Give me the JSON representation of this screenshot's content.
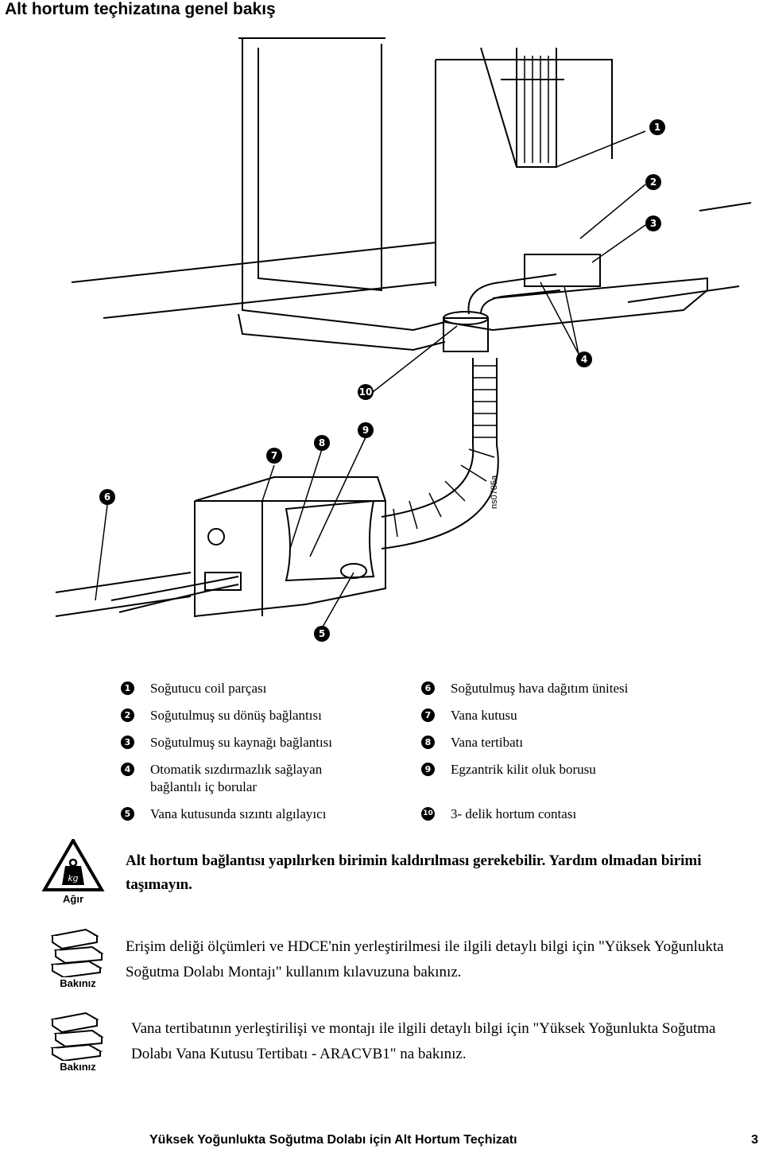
{
  "page": {
    "title": "Alt hortum teçhizatına genel bakış",
    "footer_title": "Yüksek Yoğunlukta Soğutma Dolabı için Alt Hortum Teçhizatı",
    "page_number": "3"
  },
  "illustration": {
    "figure_code": "ns0785a",
    "callouts": [
      "1",
      "2",
      "3",
      "4",
      "5",
      "6",
      "7",
      "8",
      "9",
      "10"
    ]
  },
  "legend": {
    "left": [
      {
        "num": "1",
        "text": "Soğutucu coil parçası"
      },
      {
        "num": "2",
        "text": "Soğutulmuş su dönüş bağlantısı"
      },
      {
        "num": "3",
        "text": "Soğutulmuş su kaynağı bağlantısı"
      },
      {
        "num": "4",
        "text": "Otomatik sızdırmazlık sağlayan bağlantılı iç borular"
      },
      {
        "num": "5",
        "text": "Vana kutusunda sızıntı algılayıcı"
      }
    ],
    "right": [
      {
        "num": "6",
        "text": "Soğutulmuş hava dağıtım ünitesi"
      },
      {
        "num": "7",
        "text": "Vana kutusu"
      },
      {
        "num": "8",
        "text": "Vana tertibatı"
      },
      {
        "num": "9",
        "text": "Egzantrik kilit oluk borusu"
      },
      {
        "num": "10",
        "text": "3- delik hortum contası"
      }
    ]
  },
  "notes": {
    "heavy": {
      "icon": "heavy-weight-icon",
      "caption": "Ağır",
      "icon_text": "kg",
      "text": "Alt hortum bağlantısı yapılırken birimin kaldırılması gerekebilir. Yardım olmadan birimi taşımayın."
    },
    "ref1": {
      "icon": "books-icon",
      "caption": "Bakınız",
      "text": "Erişim deliği ölçümleri ve HDCE'nin yerleştirilmesi ile ilgili detaylı bilgi için \"Yüksek Yoğunlukta Soğutma Dolabı Montajı\" kullanım kılavuzuna bakınız."
    },
    "ref2": {
      "icon": "books-icon",
      "caption": "Bakınız",
      "text": "Vana tertibatının yerleştirilişi ve montajı ile ilgili detaylı bilgi için \"Yüksek Yoğunlukta Soğutma Dolabı Vana Kutusu Tertibatı - ARACVB1\" na bakınız."
    }
  }
}
